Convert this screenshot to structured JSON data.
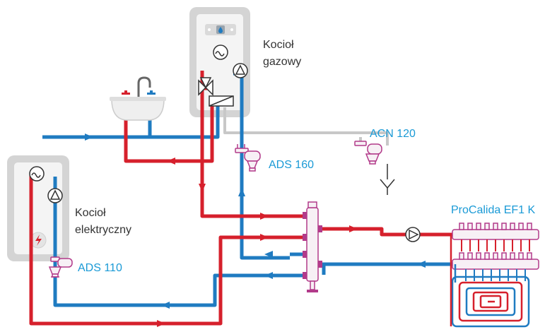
{
  "labels": {
    "gas_boiler": [
      "Kocioł",
      "gazowy"
    ],
    "electric_boiler": [
      "Kocioł",
      "elektryczny"
    ],
    "acn120": "ACN 120",
    "ads160": "ADS 160",
    "ads110": "ADS 110",
    "procalida": "ProCalida EF1 K"
  },
  "colors": {
    "hot": "#d6202c",
    "cold": "#1f7bc1",
    "gray_pipe": "#c8c8c8",
    "label_blue": "#1a9ad6",
    "boiler_outer": "#d4d4d4",
    "boiler_inner": "#f4f4f4",
    "text_dark": "#333333",
    "valve": "#b23a8a"
  },
  "icons": [
    "sink-icon",
    "heat-exchanger-icon",
    "pump-icon",
    "three-way-valve-icon",
    "flow-switch-icon",
    "electric-bolt-icon",
    "dirt-separator-icon",
    "drain-funnel-icon",
    "hydraulic-separator-icon",
    "floor-manifold-icon",
    "underfloor-loop-icon"
  ]
}
